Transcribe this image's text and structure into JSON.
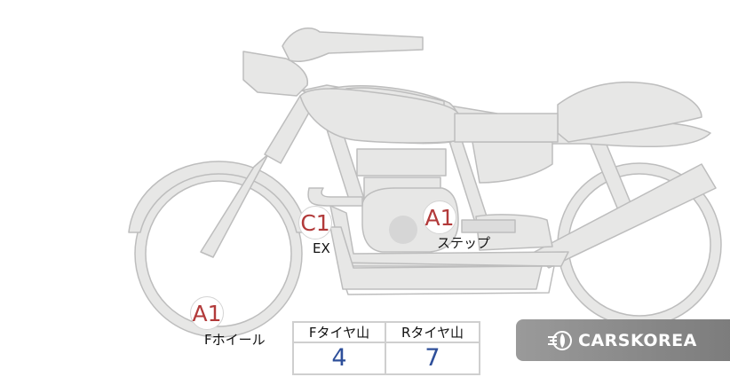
{
  "markers": [
    {
      "id": "front-wheel",
      "code": "A1",
      "label": "Fホイール"
    },
    {
      "id": "exhaust",
      "code": "C1",
      "label": "EX"
    },
    {
      "id": "step",
      "code": "A1",
      "label": "ステップ"
    }
  ],
  "tread_table": {
    "front_header": "Fタイヤ山",
    "rear_header": "Rタイヤ山",
    "front_value": "4",
    "rear_value": "7"
  },
  "brand": {
    "name": "CARSKOREA",
    "icon": "flame-logo-icon"
  },
  "colors": {
    "part_fill": "#e7e7e6",
    "part_stroke": "#bdbdbd",
    "marker_text": "#b23a3a",
    "value_text": "#2e4f9a"
  }
}
